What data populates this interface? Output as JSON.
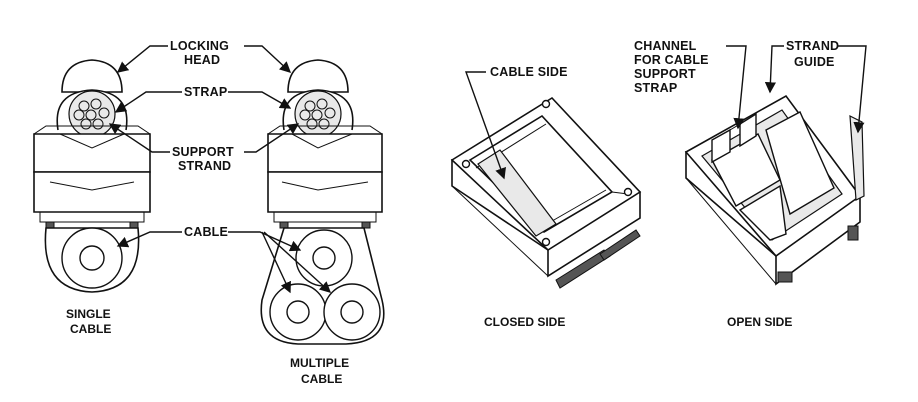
{
  "labels": {
    "locking_head_1": "LOCKING",
    "locking_head_2": "HEAD",
    "strap": "STRAP",
    "support_strand_1": "SUPPORT",
    "support_strand_2": "STRAND",
    "cable": "CABLE",
    "cable_side": "CABLE SIDE",
    "channel_1": "CHANNEL",
    "channel_2": "FOR CABLE",
    "channel_3": "SUPPORT",
    "channel_4": "STRAP",
    "strand_guide_1": "STRAND",
    "strand_guide_2": "GUIDE"
  },
  "captions": {
    "single_1": "SINGLE",
    "single_2": "CABLE",
    "multiple_1": "MULTIPLE",
    "multiple_2": "CABLE",
    "closed_side": "CLOSED SIDE",
    "open_side": "OPEN SIDE"
  }
}
